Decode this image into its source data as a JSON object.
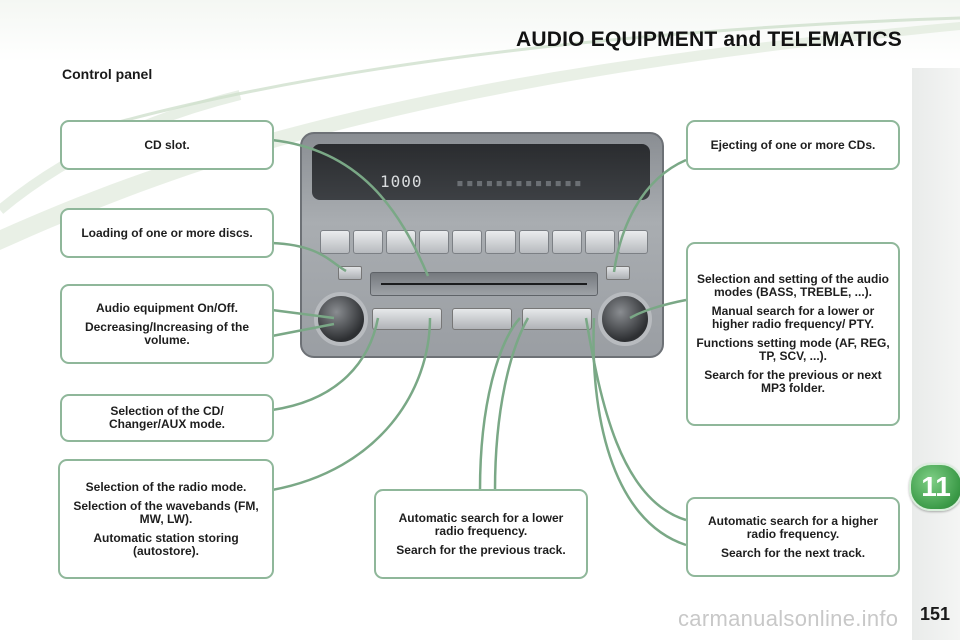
{
  "header": {
    "title": "AUDIO EQUIPMENT and TELEMATICS",
    "section": "Control panel"
  },
  "chapter": "11",
  "page_number": "151",
  "watermark": "carmanualsonline.info",
  "colors": {
    "callout_border": "#8fb79a",
    "leader_line": "#7aa886",
    "chapter_badge": "#3b9a47"
  },
  "radio": {
    "display_frequency": "1000",
    "display_segments": "▪▪▪▪▪▪▪▪▪▪▪▪▪"
  },
  "callouts": {
    "cd_slot": [
      "CD slot."
    ],
    "loading": [
      "Loading of one or more discs."
    ],
    "on_off": [
      "Audio equipment On/Off.",
      "Decreasing/Increasing of the volume."
    ],
    "cd_mode": [
      "Selection of the CD/ Changer/AUX mode."
    ],
    "radio_mode": [
      "Selection of the radio mode.",
      "Selection of the wavebands (FM, MW, LW).",
      "Automatic station storing (autostore)."
    ],
    "eject": [
      "Ejecting of one or more CDs."
    ],
    "audio_modes": [
      "Selection and setting of the audio modes (BASS, TREBLE, ...).",
      "Manual search for a lower or higher radio frequency/ PTY.",
      "Functions setting mode (AF, REG, TP, SCV, ...).",
      "Search for the previous or next MP3 folder."
    ],
    "search_lower": [
      "Automatic search for a lower radio frequency.",
      "Search for the previous track."
    ],
    "search_higher": [
      "Automatic search for a higher radio frequency.",
      "Search for the next track."
    ]
  }
}
